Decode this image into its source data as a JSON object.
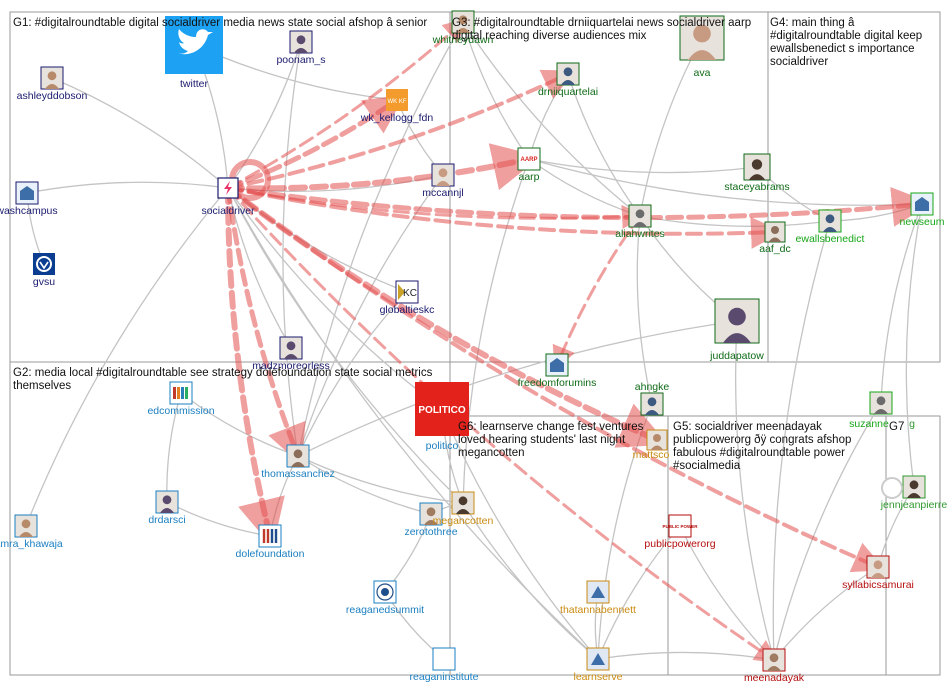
{
  "groups": [
    {
      "id": "G1",
      "title": [
        "G1: #digitalroundtable digital socialdriver media news state social afshop â senior"
      ]
    },
    {
      "id": "G2",
      "title": [
        "G2: media local #digitalroundtable see strategy dolefoundation state social metrics",
        "themselves"
      ]
    },
    {
      "id": "G3",
      "title": [
        "G3: #digitalroundtable drniiquartelai news socialdriver aarp",
        "digital reaching diverse audiences mix"
      ]
    },
    {
      "id": "G4",
      "title": [
        "G4: main thing â",
        "#digitalroundtable digital keep",
        "ewallsbenedict s importance",
        "socialdriver"
      ]
    },
    {
      "id": "G5",
      "title": [
        "G5: socialdriver meenadayak",
        "publicpowerorg ðÿ congrats afshop",
        "fabulous #digitalroundtable power",
        "#socialmedia"
      ]
    },
    {
      "id": "G6",
      "title": [
        "G6: learnserve change fest ventures",
        "loved hearing students' last night",
        "megancotten"
      ]
    },
    {
      "id": "G7",
      "title": [
        "G7"
      ]
    }
  ],
  "colors": {
    "G1": "#1a1a6e",
    "G2": "#1b7fc0",
    "G3": "#0f6b17",
    "G4": "#17a617",
    "G5": "#b50e0e",
    "G6": "#c98a10",
    "G7": "#2f9a2f",
    "hub_edge": "#e45050"
  },
  "nodes": [
    {
      "id": "twitter",
      "label": "twitter",
      "group": "G1",
      "icon": "twitter-bird"
    },
    {
      "id": "poonam_s",
      "label": "poonam_s",
      "group": "G1",
      "icon": "portrait"
    },
    {
      "id": "ashleyddobson",
      "label": "ashleyddobson",
      "group": "G1",
      "icon": "portrait"
    },
    {
      "id": "wk_kellogg_fdn",
      "label": "wk_kellogg_fdn",
      "group": "G1",
      "icon": "wkkf-logo"
    },
    {
      "id": "washcampus",
      "label": "washcampus",
      "group": "G1",
      "icon": "building-logo"
    },
    {
      "id": "socialdriver",
      "label": "socialdriver",
      "group": "G1",
      "icon": "bolt-logo"
    },
    {
      "id": "mccannjl",
      "label": "mccannjl",
      "group": "G1",
      "icon": "portrait"
    },
    {
      "id": "gvsu",
      "label": "gvsu",
      "group": "G1",
      "icon": "gvsu-logo"
    },
    {
      "id": "globaltieskc",
      "label": "globaltieskc",
      "group": "G1",
      "icon": "kc-logo"
    },
    {
      "id": "madzmoreorless",
      "label": "madzmoreorless",
      "group": "G1",
      "icon": "portrait"
    },
    {
      "id": "whitneydawn",
      "label": "whitneydawn",
      "group": "G3",
      "icon": "portrait"
    },
    {
      "id": "drniiquartelai",
      "label": "drniiquartelai",
      "group": "G3",
      "icon": "portrait"
    },
    {
      "id": "aarp",
      "label": "aarp",
      "group": "G3",
      "icon": "aarp-logo"
    },
    {
      "id": "aliahwrites",
      "label": "aliahwrites",
      "group": "G3",
      "icon": "portrait"
    },
    {
      "id": "ava",
      "label": "ava",
      "group": "G3",
      "icon": "portrait"
    },
    {
      "id": "staceyabrams",
      "label": "staceyabrams",
      "group": "G3",
      "icon": "portrait"
    },
    {
      "id": "aaf_dc",
      "label": "aaf_dc",
      "group": "G3",
      "icon": "portrait"
    },
    {
      "id": "juddapatow",
      "label": "juddapatow",
      "group": "G3",
      "icon": "portrait"
    },
    {
      "id": "freedomforumins",
      "label": "freedomforumins",
      "group": "G3",
      "icon": "building-logo"
    },
    {
      "id": "ewallsbenedict",
      "label": "ewallsbenedict",
      "group": "G4",
      "icon": "portrait"
    },
    {
      "id": "newseum",
      "label": "newseum",
      "group": "G4",
      "icon": "building-logo"
    },
    {
      "id": "suzanne",
      "label": "suzanne",
      "group": "G4",
      "icon": "portrait"
    },
    {
      "id": "edcommission",
      "label": "edcommission",
      "group": "G2",
      "icon": "books-logo"
    },
    {
      "id": "politico",
      "label": "politico",
      "group": "G2",
      "icon": "politico-logo"
    },
    {
      "id": "thomassanchez",
      "label": "thomassanchez",
      "group": "G2",
      "icon": "portrait"
    },
    {
      "id": "drdarsci",
      "label": "drdarsci",
      "group": "G2",
      "icon": "portrait"
    },
    {
      "id": "samra_khawaja",
      "label": "samra_khawaja",
      "group": "G2",
      "icon": "portrait"
    },
    {
      "id": "dolefoundation",
      "label": "dolefoundation",
      "group": "G2",
      "icon": "dole-logo"
    },
    {
      "id": "zerotothree",
      "label": "zerotothree",
      "group": "G2",
      "icon": "portrait"
    },
    {
      "id": "reaganedsummit",
      "label": "reaganedsummit",
      "group": "G2",
      "icon": "seal-logo"
    },
    {
      "id": "reaganinstitute",
      "label": "reaganinstitute",
      "group": "G2",
      "icon": "blank"
    },
    {
      "id": "megancotten",
      "label": "megancotten",
      "group": "G6",
      "icon": "portrait"
    },
    {
      "id": "thatannabennett",
      "label": "thatannabennett",
      "group": "G6",
      "icon": "logo"
    },
    {
      "id": "learnserve",
      "label": "learnserve",
      "group": "G6",
      "icon": "logo"
    },
    {
      "id": "mattsco",
      "label": "mattsco",
      "group": "G6",
      "icon": "portrait"
    },
    {
      "id": "ahngke",
      "label": "ahngke",
      "group": "G3",
      "icon": "portrait"
    },
    {
      "id": "meenadayak",
      "label": "meenadayak",
      "group": "G5",
      "icon": "portrait"
    },
    {
      "id": "publicpowerorg",
      "label": "publicpowerorg",
      "group": "G5",
      "icon": "publicpower-logo"
    },
    {
      "id": "syllabicsamurai",
      "label": "syllabicsamurai",
      "group": "G5",
      "icon": "portrait"
    },
    {
      "id": "jennjeanpierre",
      "label": "jennjeanpierre",
      "group": "G7",
      "icon": "portrait"
    },
    {
      "id": "g7-extra",
      "label": "g",
      "group": "G7",
      "icon": "blank"
    },
    {
      "id": "g7-anon",
      "label": "",
      "group": "G7",
      "icon": "ring"
    }
  ],
  "node_texts": {
    "twitter_logo": "",
    "politico_logo": "POLITICO",
    "kc_logo": "KC",
    "wkkf_logo": "WK KF",
    "aarp_logo": "AARP",
    "publicpower_logo": "PUBLIC POWER"
  },
  "edges": {
    "hub": [
      [
        "socialdriver",
        "whitneydawn"
      ],
      [
        "socialdriver",
        "drniiquartelai"
      ],
      [
        "socialdriver",
        "wk_kellogg_fdn"
      ],
      [
        "socialdriver",
        "aarp"
      ],
      [
        "socialdriver",
        "aliahwrites"
      ],
      [
        "socialdriver",
        "aaf_dc"
      ],
      [
        "socialdriver",
        "newseum"
      ],
      [
        "socialdriver",
        "mattsco"
      ],
      [
        "socialdriver",
        "meenadayak"
      ],
      [
        "socialdriver",
        "syllabicsamurai"
      ],
      [
        "socialdriver",
        "thomassanchez"
      ],
      [
        "socialdriver",
        "dolefoundation"
      ],
      [
        "aliahwrites",
        "freedomforumins"
      ]
    ],
    "plain": [
      [
        "socialdriver",
        "twitter"
      ],
      [
        "socialdriver",
        "poonam_s"
      ],
      [
        "socialdriver",
        "ashleyddobson"
      ],
      [
        "socialdriver",
        "washcampus"
      ],
      [
        "socialdriver",
        "mccannjl"
      ],
      [
        "socialdriver",
        "globaltieskc"
      ],
      [
        "socialdriver",
        "madzmoreorless"
      ],
      [
        "socialdriver",
        "politico"
      ],
      [
        "socialdriver",
        "megancotten"
      ],
      [
        "socialdriver",
        "learnserve"
      ],
      [
        "socialdriver",
        "samra_khawaja"
      ],
      [
        "washcampus",
        "gvsu"
      ],
      [
        "twitter",
        "wk_kellogg_fdn"
      ],
      [
        "wk_kellogg_fdn",
        "mccannjl"
      ],
      [
        "poonam_s",
        "thomassanchez"
      ],
      [
        "whitneydawn",
        "aarp"
      ],
      [
        "whitneydawn",
        "aliahwrites"
      ],
      [
        "drniiquartelai",
        "aarp"
      ],
      [
        "aarp",
        "staceyabrams"
      ],
      [
        "aarp",
        "aliahwrites"
      ],
      [
        "aarp",
        "newseum"
      ],
      [
        "aliahwrites",
        "ewallsbenedict"
      ],
      [
        "aliahwrites",
        "juddapatow"
      ],
      [
        "aliahwrites",
        "ahngke"
      ],
      [
        "ava",
        "aliahwrites"
      ],
      [
        "staceyabrams",
        "ewallsbenedict"
      ],
      [
        "ewallsbenedict",
        "newseum"
      ],
      [
        "newseum",
        "suzanne"
      ],
      [
        "newseum",
        "jennjeanpierre"
      ],
      [
        "ewallsbenedict",
        "meenadayak"
      ],
      [
        "juddapatow",
        "meenadayak"
      ],
      [
        "thomassanchez",
        "megancotten"
      ],
      [
        "thomassanchez",
        "zerotothree"
      ],
      [
        "thomassanchez",
        "dolefoundation"
      ],
      [
        "edcommission",
        "drdarsci"
      ],
      [
        "drdarsci",
        "dolefoundation"
      ],
      [
        "edcommission",
        "thomassanchez"
      ],
      [
        "megancotten",
        "zerotothree"
      ],
      [
        "megancotten",
        "learnserve"
      ],
      [
        "reaganedsummit",
        "reaganinstitute"
      ],
      [
        "reaganedsummit",
        "zerotothree"
      ],
      [
        "thatannabennett",
        "learnserve"
      ],
      [
        "publicpowerorg",
        "meenadayak"
      ],
      [
        "syllabicsamurai",
        "meenadayak"
      ],
      [
        "jennjeanpierre",
        "syllabicsamurai"
      ],
      [
        "politico",
        "learnserve"
      ],
      [
        "mccannjl",
        "thomassanchez"
      ],
      [
        "globaltieskc",
        "thomassanchez"
      ],
      [
        "politico",
        "megancotten"
      ],
      [
        "drniiquartelai",
        "aliahwrites"
      ],
      [
        "meenadayak",
        "learnserve"
      ],
      [
        "publicpowerorg",
        "learnserve"
      ],
      [
        "suzanne",
        "meenadayak"
      ],
      [
        "juddapatow",
        "thomassanchez"
      ],
      [
        "aarp",
        "megancotten"
      ],
      [
        "ahngke",
        "learnserve"
      ],
      [
        "whitneydawn",
        "thomassanchez"
      ]
    ]
  }
}
